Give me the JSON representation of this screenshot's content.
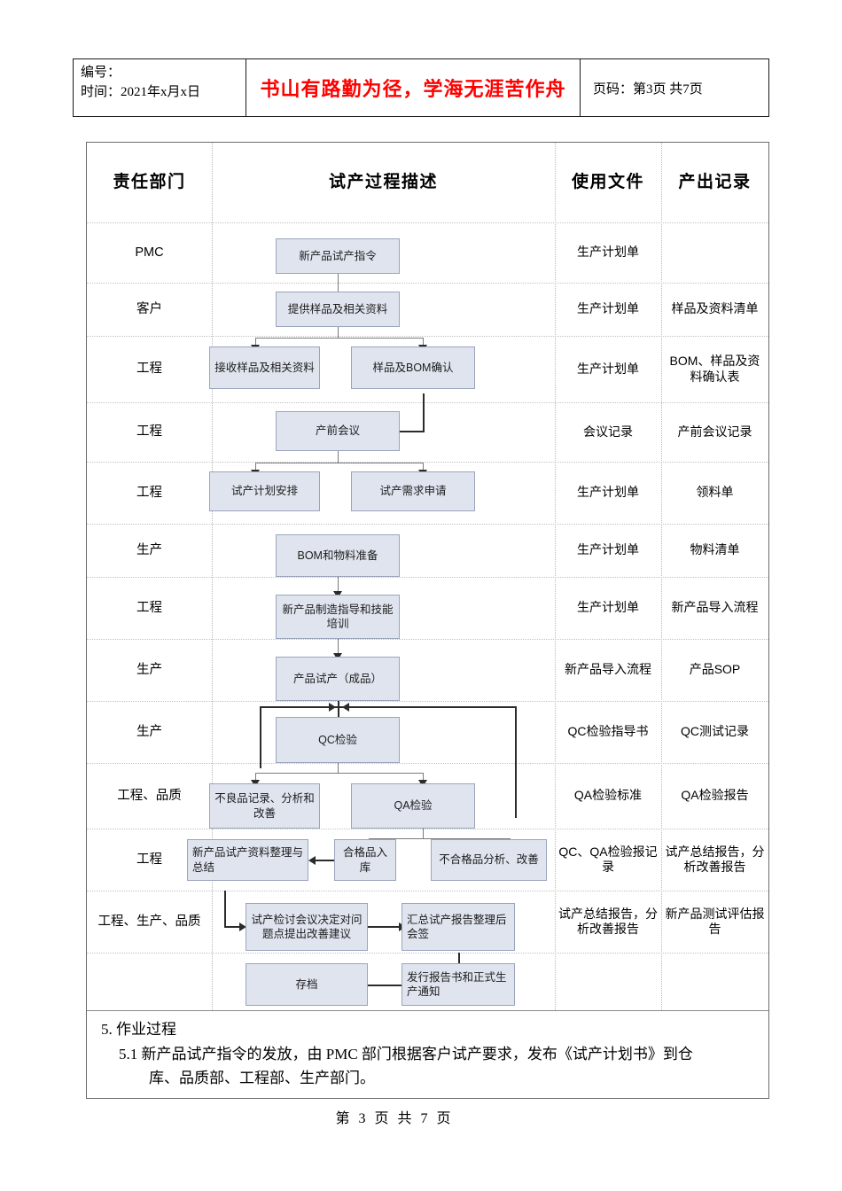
{
  "header": {
    "number_label": "编号：",
    "time_label": "时间：2021年x月x日",
    "motto": "书山有路勤为径，学海无涯苦作舟",
    "page_info": "页码：第3页 共7页"
  },
  "table": {
    "columns": [
      "责任部门",
      "试产过程描述",
      "使用文件",
      "产出记录"
    ],
    "rows": [
      {
        "dept": "PMC",
        "doc": "生产计划单",
        "record": ""
      },
      {
        "dept": "客户",
        "doc": "生产计划单",
        "record": "样品及资料清单"
      },
      {
        "dept": "工程",
        "doc": "生产计划单",
        "record": "BOM、样品及资料确认表"
      },
      {
        "dept": "工程",
        "doc": "会议记录",
        "record": "产前会议记录"
      },
      {
        "dept": "工程",
        "doc": "生产计划单",
        "record": "领料单"
      },
      {
        "dept": "生产",
        "doc": "生产计划单",
        "record": "物料清单"
      },
      {
        "dept": "工程",
        "doc": "生产计划单",
        "record": "新产品导入流程"
      },
      {
        "dept": "生产",
        "doc": "新产品导入流程",
        "record": "产品SOP"
      },
      {
        "dept": "生产",
        "doc": "QC检验指导书",
        "record": "QC测试记录"
      },
      {
        "dept": "工程、品质",
        "doc": "QA检验标准",
        "record": "QA检验报告"
      },
      {
        "dept": "工程",
        "doc": "QC、QA检验报记录",
        "record": "试产总结报告，分析改善报告"
      },
      {
        "dept": "工程、生产、品质",
        "doc": "试产总结报告，分析改善报告",
        "record": "新产品测试评估报告"
      },
      {
        "dept": "",
        "doc": "",
        "record": ""
      }
    ],
    "boxes": [
      {
        "id": "b1",
        "label": "新产品试产指令"
      },
      {
        "id": "b2",
        "label": "提供样品及相关资料"
      },
      {
        "id": "b3",
        "label": "接收样品及相关资料"
      },
      {
        "id": "b4",
        "label": "样品及BOM确认"
      },
      {
        "id": "b5",
        "label": "产前会议"
      },
      {
        "id": "b6",
        "label": "试产计划安排"
      },
      {
        "id": "b7",
        "label": "试产需求申请"
      },
      {
        "id": "b8",
        "label": "BOM和物料准备"
      },
      {
        "id": "b9",
        "label": "新产品制造指导和技能培训"
      },
      {
        "id": "b10",
        "label": "产品试产（成品）"
      },
      {
        "id": "b11",
        "label": "QC检验"
      },
      {
        "id": "b12",
        "label": "不良品记录、分析和改善"
      },
      {
        "id": "b13",
        "label": "QA检验"
      },
      {
        "id": "b14",
        "label": "新产品试产资料整理与总结"
      },
      {
        "id": "b15",
        "label": "合格品入库"
      },
      {
        "id": "b16",
        "label": "不合格品分析、改善"
      },
      {
        "id": "b17",
        "label": "试产检讨会议决定对问题点提出改善建议"
      },
      {
        "id": "b18",
        "label": "汇总试产报告整理后会签"
      },
      {
        "id": "b19",
        "label": "存档"
      },
      {
        "id": "b20",
        "label": "发行报告书和正式生产通知"
      }
    ]
  },
  "body": {
    "line1": "5. 作业过程",
    "line2": "5.1 新产品试产指令的发放，由 PMC 部门根据客户试产要求，发布《试产计划书》到仓",
    "line3": "库、品质部、工程部、生产部门。"
  },
  "footer": {
    "text": "第 3 页 共 7 页"
  },
  "colors": {
    "motto": "#ff0000",
    "box_fill": "#dfe4ef",
    "box_border": "#9aa4bb",
    "connector": "#2b2b2b"
  }
}
